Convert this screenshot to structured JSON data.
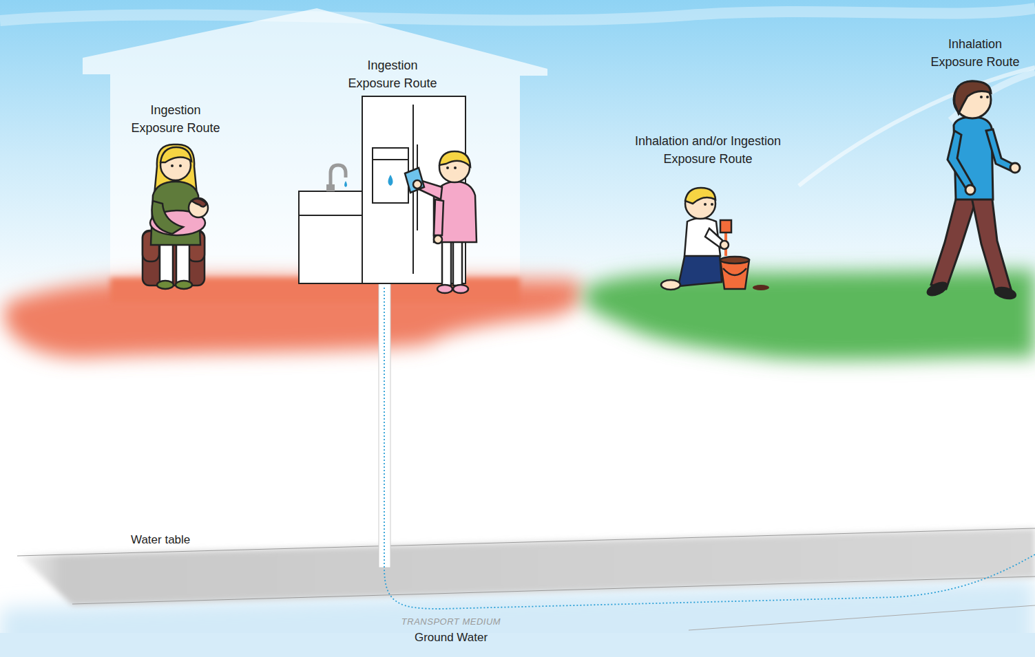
{
  "diagram": {
    "nodes": [
      {
        "text": [
          "Water table"
        ]
      },
      {
        "text": [
          "TRANSPORT MEDIUM",
          "Ground Water"
        ]
      }
    ],
    "labels": [
      "Ingestion Exposure Route",
      "Ingestion Exposure Route",
      "Inhalation and/or Ingestion Exposure Route",
      "Inhalation Exposure Route"
    ]
  }
}
